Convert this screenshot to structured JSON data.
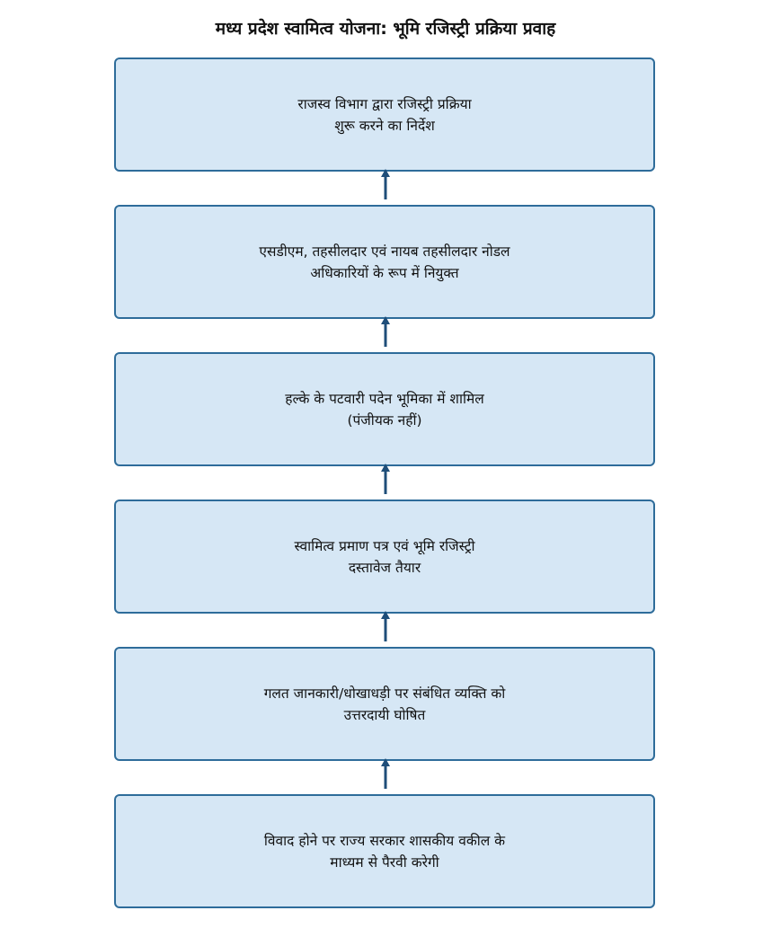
{
  "title": "मध्य प्रदेश स्वामित्व योजना: भूमि रजिस्ट्री प्रक्रिया प्रवाह",
  "colors": {
    "box_fill": "#d6e7f5",
    "box_border": "#2e6c9a",
    "arrow": "#1f4e79"
  },
  "steps": [
    {
      "line1": "राजस्व विभाग द्वारा रजिस्ट्री प्रक्रिया",
      "line2": "शुरू करने का निर्देश"
    },
    {
      "line1": "एसडीएम, तहसीलदार एवं नायब तहसीलदार नोडल",
      "line2": "अधिकारियों के रूप में नियुक्त"
    },
    {
      "line1": "हल्के के पटवारी पदेन भूमिका में शामिल",
      "line2": "(पंजीयक नहीं)"
    },
    {
      "line1": "स्वामित्व प्रमाण पत्र एवं भूमि रजिस्ट्री",
      "line2": "दस्तावेज तैयार"
    },
    {
      "line1": "गलत जानकारी/धोखाधड़ी पर संबंधित व्यक्ति को",
      "line2": "उत्तरदायी घोषित"
    },
    {
      "line1": "विवाद होने पर राज्य सरकार शासकीय वकील के",
      "line2": "माध्यम से पैरवी करेगी"
    }
  ]
}
